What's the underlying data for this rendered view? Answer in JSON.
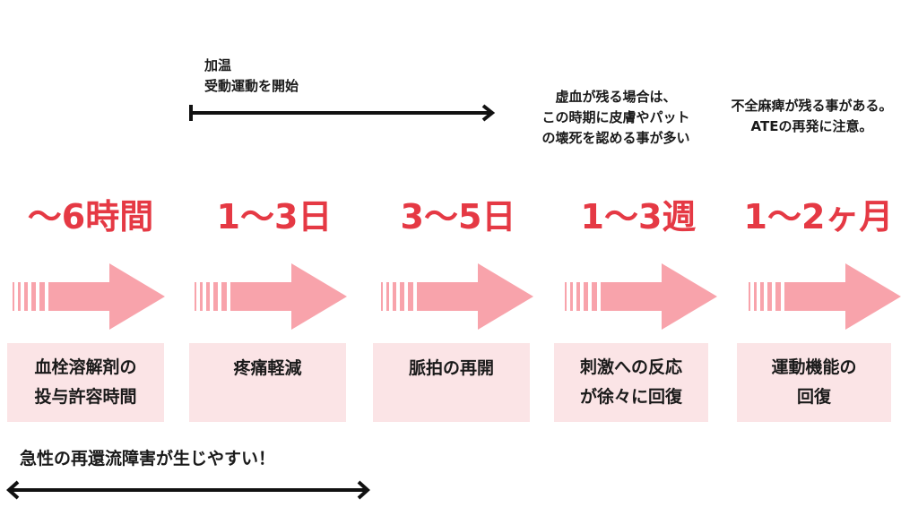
{
  "notes": {
    "rewarming": "加温\n受動運動を開始",
    "necrosis": "虚血が残る場合は、\nこの時期に皮膚やパット\nの壊死を認める事が多い",
    "paralysis": "不全麻痺が残る事がある。\nATEの再発に注意。",
    "reperfusion": "急性の再還流障害が生じやすい！"
  },
  "phases": [
    {
      "label": "〜6時間",
      "effect": "血栓溶解剤の\n投与許容時間"
    },
    {
      "label": "1〜3日",
      "effect": "疼痛軽減"
    },
    {
      "label": "3〜5日",
      "effect": "脈拍の再開"
    },
    {
      "label": "1〜3週",
      "effect": "刺激への反応\nが徐々に回復"
    },
    {
      "label": "1〜2ヶ月",
      "effect": "運動機能の\n回復"
    }
  ],
  "colors": {
    "phase_label": "#e53944",
    "arrow": "#f8a3ab",
    "effect_box": "#fbe4e6",
    "range_line": "#111111"
  }
}
